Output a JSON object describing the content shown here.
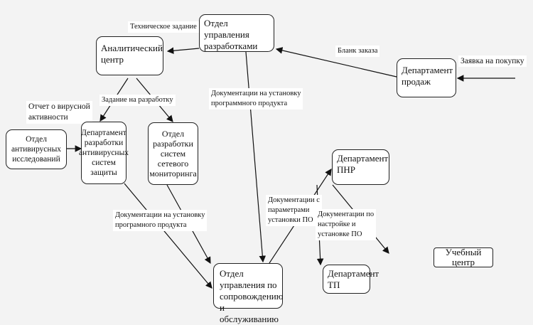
{
  "nodes": {
    "dev_management": "Отдел управления разработками",
    "analytics_center": "Аналитический центр",
    "sales_department": "Департамент продаж",
    "antivirus_research": "Отдел антивирусных исследований",
    "antivirus_dev": "Департамент разработки антивирусных систем защиты",
    "network_monitoring": "Отдел разработки систем сетевого мониторинга",
    "pnr_department": "Департамент ПНР",
    "support_management": "Отдел управления по сопровождению и обслуживанию",
    "tp_department": "Департамент ТП",
    "training_center": "Учебный центр"
  },
  "labels": {
    "tech_task": "Техническое задание",
    "order_form": "Бланк заказа",
    "purchase_request": "Заявка на покупку",
    "install_docs_1": "Документации на установку\nпрограммного продукта",
    "dev_task": "Задание на разработку",
    "virus_report": "Отчет о вирусной\nактивности",
    "install_docs_2": "Документации на установку\nпрограмного продукта",
    "param_docs": "Документации с\nпараметрами\nустановки ПО",
    "setup_docs": "Документации по\nнастройке и\nустановке ПО"
  }
}
